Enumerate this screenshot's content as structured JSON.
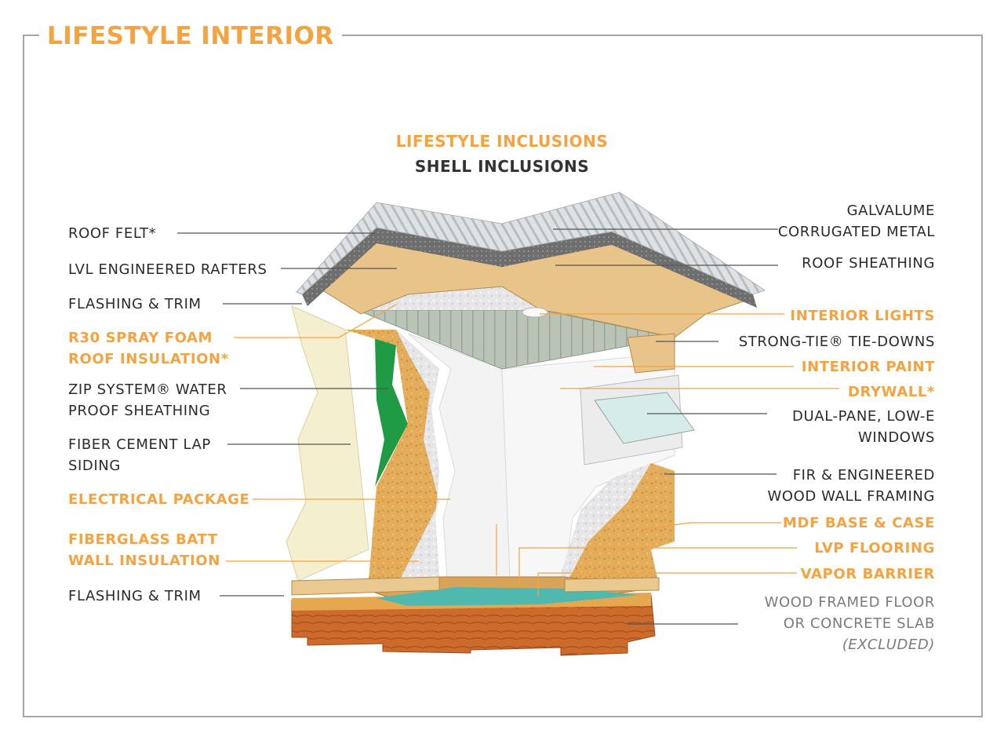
{
  "title": "LIFESTYLE INTERIOR",
  "legend": {
    "lifestyle": "LIFESTYLE INCLUSIONS",
    "shell": "SHELL INCLUSIONS"
  },
  "colors": {
    "lifestyle": "#f4a340",
    "shell": "#2b2b2b",
    "excluded": "#7b7b7b"
  },
  "labels_left": {
    "roof_felt": "ROOF FELT*",
    "rafters": "LVL ENGINEERED RAFTERS",
    "flashing_top": "FLASHING & TRIM",
    "spray_foam_1": "R30 SPRAY FOAM",
    "spray_foam_2": "ROOF INSULATION*",
    "zip_1": "ZIP SYSTEM® WATER",
    "zip_2": "PROOF SHEATHING",
    "siding_1": "FIBER CEMENT LAP",
    "siding_2": "SIDING",
    "electrical": "ELECTRICAL PACKAGE",
    "batt_1": "FIBERGLASS BATT",
    "batt_2": "WALL INSULATION",
    "flashing_bottom": "FLASHING & TRIM"
  },
  "labels_right": {
    "galvalume_1": "GALVALUME",
    "galvalume_2": "CORRUGATED METAL",
    "roof_sheathing": "ROOF SHEATHING",
    "interior_lights": "INTERIOR LIGHTS",
    "tie_downs": "STRONG-TIE® TIE-DOWNS",
    "interior_paint": "INTERIOR PAINT",
    "drywall": "DRYWALL*",
    "windows_1": "DUAL-PANE, LOW-E",
    "windows_2": "WINDOWS",
    "framing_1": "FIR & ENGINEERED",
    "framing_2": "WOOD WALL FRAMING",
    "mdf": "MDF BASE & CASE",
    "lvp": "LVP FLOORING",
    "vapor": "VAPOR BARRIER",
    "floor_1": "WOOD FRAMED FLOOR",
    "floor_2": "OR CONCRETE SLAB",
    "floor_3": "(EXCLUDED)"
  }
}
